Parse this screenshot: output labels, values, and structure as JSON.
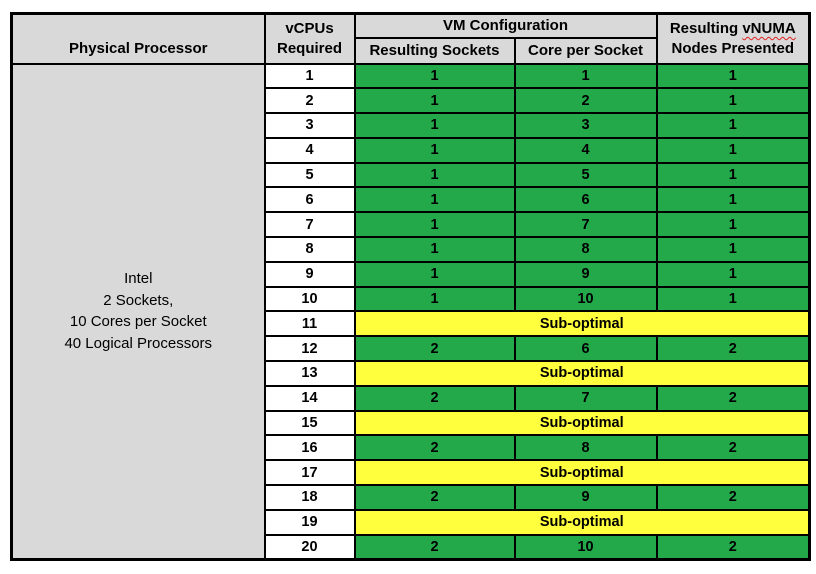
{
  "colors": {
    "header_bg": "#D9D9D9",
    "optimal_bg": "#23A94A",
    "suboptimal_bg": "#FFFF3D",
    "row_label_bg": "#FFFFFF",
    "border": "#000000",
    "spellcheck_underline": "#E02020"
  },
  "header": {
    "physical_processor": "Physical Processor",
    "vcpus_line1": "vCPUs",
    "vcpus_line2": "Required",
    "vm_configuration": "VM Configuration",
    "resulting_sockets": "Resulting Sockets",
    "core_per_socket": "Core per Socket",
    "vnuma_prefix": "Resulting",
    "vnuma_word": "vNUMA",
    "vnuma_line2": "Nodes Presented"
  },
  "physical_processor": {
    "lines": [
      "Intel",
      "2 Sockets,",
      "10 Cores per Socket",
      "40 Logical Processors"
    ]
  },
  "chart_data": {
    "type": "table",
    "columns": [
      "Physical Processor",
      "vCPUs Required",
      "Resulting Sockets",
      "Core per Socket",
      "Resulting vNUMA Nodes Presented"
    ],
    "column_group": {
      "label": "VM Configuration",
      "columns": [
        "Resulting Sockets",
        "Core per Socket"
      ]
    },
    "physical_processor": "Intel, 2 Sockets, 10 Cores per Socket, 40 Logical Processors",
    "suboptimal_label": "Sub-optimal",
    "rows": [
      {
        "vcpus": "1",
        "status": "optimal",
        "resulting_sockets": "1",
        "core_per_socket": "1",
        "vnuma_nodes": "1"
      },
      {
        "vcpus": "2",
        "status": "optimal",
        "resulting_sockets": "1",
        "core_per_socket": "2",
        "vnuma_nodes": "1"
      },
      {
        "vcpus": "3",
        "status": "optimal",
        "resulting_sockets": "1",
        "core_per_socket": "3",
        "vnuma_nodes": "1"
      },
      {
        "vcpus": "4",
        "status": "optimal",
        "resulting_sockets": "1",
        "core_per_socket": "4",
        "vnuma_nodes": "1"
      },
      {
        "vcpus": "5",
        "status": "optimal",
        "resulting_sockets": "1",
        "core_per_socket": "5",
        "vnuma_nodes": "1"
      },
      {
        "vcpus": "6",
        "status": "optimal",
        "resulting_sockets": "1",
        "core_per_socket": "6",
        "vnuma_nodes": "1"
      },
      {
        "vcpus": "7",
        "status": "optimal",
        "resulting_sockets": "1",
        "core_per_socket": "7",
        "vnuma_nodes": "1"
      },
      {
        "vcpus": "8",
        "status": "optimal",
        "resulting_sockets": "1",
        "core_per_socket": "8",
        "vnuma_nodes": "1"
      },
      {
        "vcpus": "9",
        "status": "optimal",
        "resulting_sockets": "1",
        "core_per_socket": "9",
        "vnuma_nodes": "1"
      },
      {
        "vcpus": "10",
        "status": "optimal",
        "resulting_sockets": "1",
        "core_per_socket": "10",
        "vnuma_nodes": "1"
      },
      {
        "vcpus": "11",
        "status": "suboptimal",
        "label": "Sub-optimal"
      },
      {
        "vcpus": "12",
        "status": "optimal",
        "resulting_sockets": "2",
        "core_per_socket": "6",
        "vnuma_nodes": "2"
      },
      {
        "vcpus": "13",
        "status": "suboptimal",
        "label": "Sub-optimal"
      },
      {
        "vcpus": "14",
        "status": "optimal",
        "resulting_sockets": "2",
        "core_per_socket": "7",
        "vnuma_nodes": "2"
      },
      {
        "vcpus": "15",
        "status": "suboptimal",
        "label": "Sub-optimal"
      },
      {
        "vcpus": "16",
        "status": "optimal",
        "resulting_sockets": "2",
        "core_per_socket": "8",
        "vnuma_nodes": "2"
      },
      {
        "vcpus": "17",
        "status": "suboptimal",
        "label": "Sub-optimal"
      },
      {
        "vcpus": "18",
        "status": "optimal",
        "resulting_sockets": "2",
        "core_per_socket": "9",
        "vnuma_nodes": "2"
      },
      {
        "vcpus": "19",
        "status": "suboptimal",
        "label": "Sub-optimal"
      },
      {
        "vcpus": "20",
        "status": "optimal",
        "resulting_sockets": "2",
        "core_per_socket": "10",
        "vnuma_nodes": "2"
      }
    ]
  }
}
